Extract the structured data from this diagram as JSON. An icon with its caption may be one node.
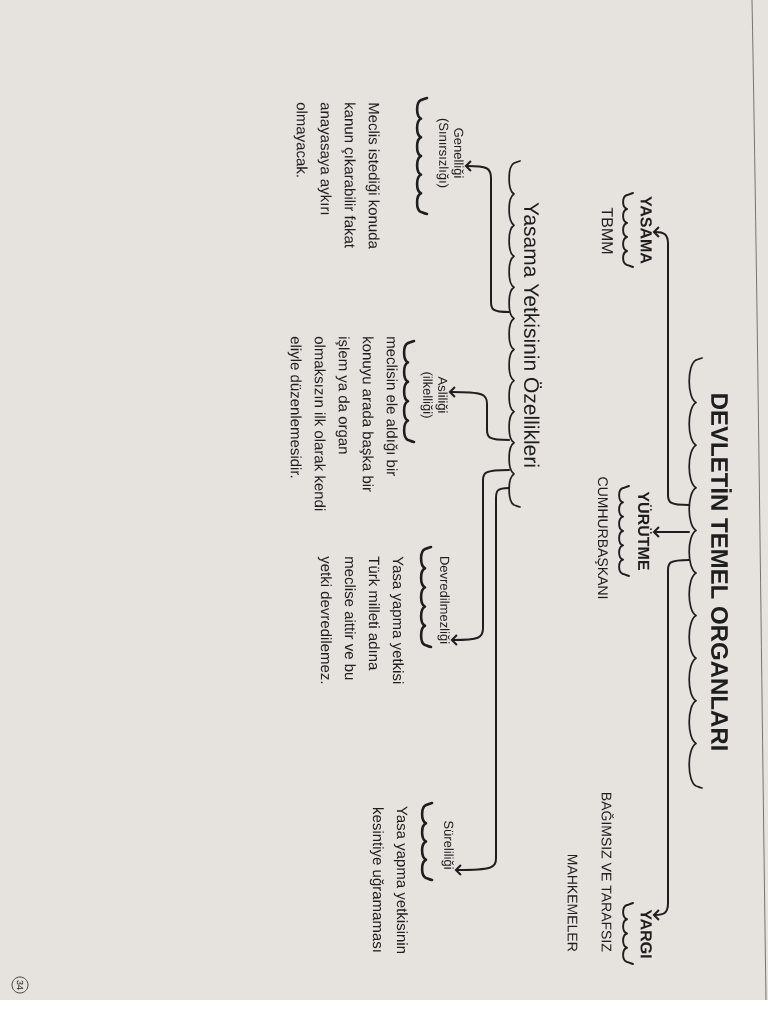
{
  "diagram": {
    "nodes": [
      {
        "text": [
          "DEVLETİN TEMEL ORGANLARI"
        ]
      },
      {
        "text": [
          "YASAMA",
          "TBMM"
        ]
      },
      {
        "text": [
          "YÜRÜTME",
          "CUMHURBAŞKANI"
        ]
      },
      {
        "text": [
          "YARGI",
          "BAĞIMSIZ VE TARAFSIZ MAHKEMELER"
        ]
      },
      {
        "text": [
          "Yasama Yetkisinin Özellikleri"
        ]
      },
      {
        "text": [
          "Genelliği (Sınırsızlığı)",
          "Meclis istediği konuda kanun çıkarabilir fakat anayasaya aykırı olmayacak."
        ]
      },
      {
        "text": [
          "Asliliği (ilkelliği)",
          "meclisin ele aldığı bir konuyu arada başka bir işlem ya da organ olmaksızın ilk olarak kendi eliyle düzenlemesidir."
        ]
      },
      {
        "text": [
          "Devredilmezliği",
          "Yasa yapma yetkisi Türk milleti adına meclise aittir ve bu yetki devredilemez."
        ]
      },
      {
        "text": [
          "Süreliliği",
          "Yasa yapma yetkisinin kesintiye uğramaması"
        ]
      }
    ],
    "edges": [
      {
        "from": 0,
        "to": 1,
        "arrow": "to"
      },
      {
        "from": 0,
        "to": 2,
        "arrow": "to"
      },
      {
        "from": 0,
        "to": 3,
        "arrow": "to"
      },
      {
        "from": 4,
        "to": 5,
        "arrow": "to"
      },
      {
        "from": 4,
        "to": 6,
        "arrow": "to"
      },
      {
        "from": 4,
        "to": 7,
        "arrow": "to"
      },
      {
        "from": 4,
        "to": 8,
        "arrow": "to"
      }
    ],
    "labels": [
      "34"
    ]
  }
}
